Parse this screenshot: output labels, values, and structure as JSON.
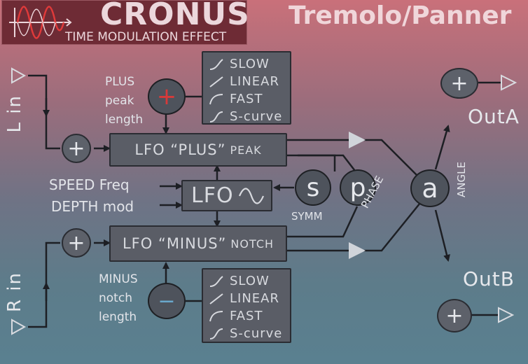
{
  "logo": {
    "title": "CRONUS",
    "subtitle": "TIME MODULATION EFFECT",
    "icon": "sine-wave-logo-icon"
  },
  "page_title": "Tremolo/Panner",
  "inputs": {
    "left": "L in",
    "right": "R in"
  },
  "outputs": {
    "a": "OutA",
    "b": "OutB"
  },
  "lfo": {
    "plus_main": "LFO “PLUS”",
    "plus_suffix": "PEAK",
    "center": "LFO",
    "minus_main": "LFO “MINUS”",
    "minus_suffix": "NOTCH"
  },
  "labels": {
    "speed": "SPEED Freq",
    "depth": "DEPTH mod",
    "plus_peak": [
      "PLUS",
      "peak",
      "length"
    ],
    "minus_notch": [
      "MINUS",
      "notch",
      "length"
    ],
    "symm": "SYMM",
    "phase": "PHASE",
    "angle": "ANGLE"
  },
  "knobs": {
    "plus": "+",
    "minus": "−",
    "s": "s",
    "p": "p",
    "a": "a"
  },
  "curves_plus": [
    "SLOW",
    "LINEAR",
    "FAST",
    "S-curve"
  ],
  "curves_minus": [
    "SLOW",
    "LINEAR",
    "FAST",
    "S-curve"
  ],
  "colors": {
    "plus_knob_accent": "#d63a3a",
    "minus_knob_accent": "#4a90b8"
  }
}
